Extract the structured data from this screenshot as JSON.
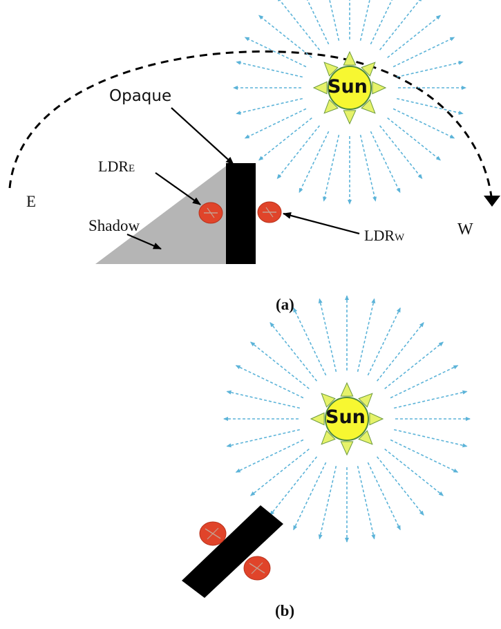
{
  "panel_a": {
    "caption": "(a)",
    "sun_label": "Sun",
    "opaque_label": "Opaque",
    "ldr_east": {
      "text": "LDR",
      "sub": "E"
    },
    "ldr_west": {
      "text": "LDR",
      "sub": "W"
    },
    "shadow_label": "Shadow",
    "east_label": "E",
    "west_label": "W"
  },
  "panel_b": {
    "caption": "(b)",
    "sun_label": "Sun"
  },
  "colors": {
    "sun_fill": "#f7f731",
    "sun_ray_fill": "#e6f26a",
    "light_ray": "#5bb3d8",
    "ldr_fill": "#e0442a",
    "shadow_fill": "#b5b5b5",
    "panel_fill": "#000000"
  }
}
